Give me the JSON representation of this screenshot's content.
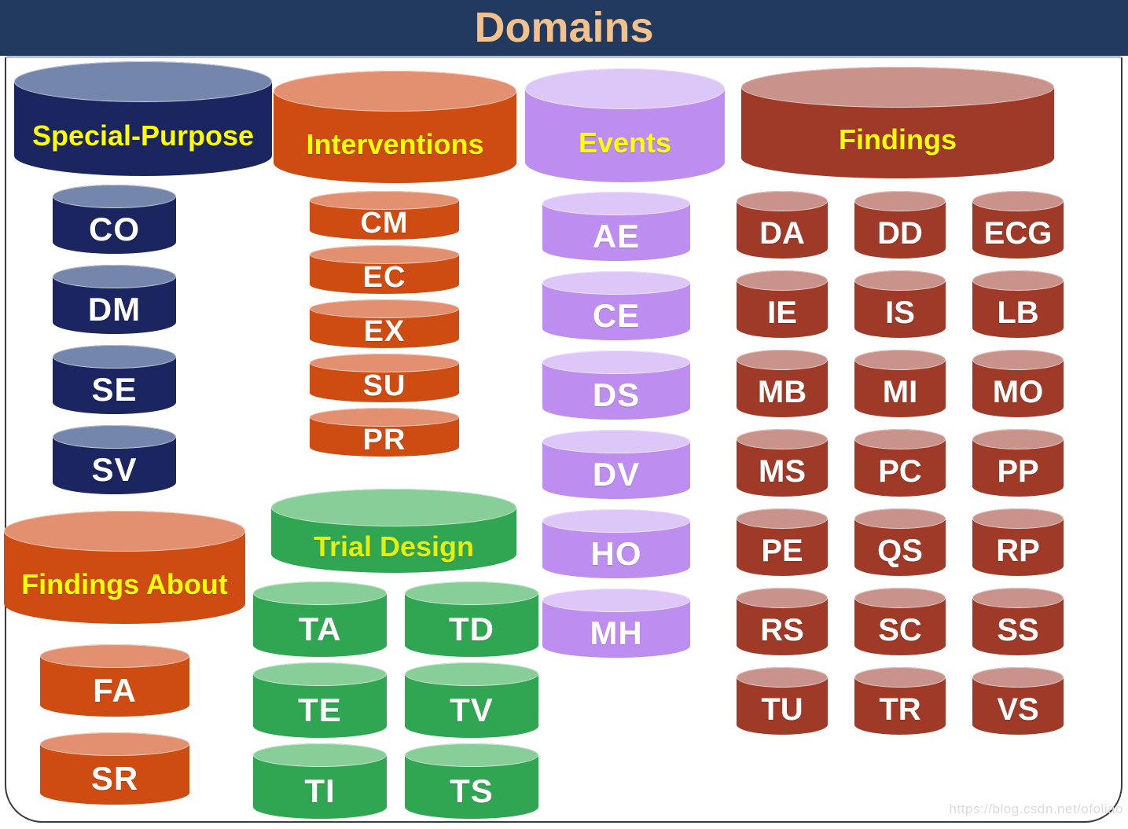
{
  "title": "Domains",
  "watermark": "https://blog.csdn.net/ofoliao",
  "groups": {
    "special_purpose": {
      "label": "Special-Purpose",
      "items": [
        "CO",
        "DM",
        "SE",
        "SV"
      ]
    },
    "interventions": {
      "label": "Interventions",
      "items": [
        "CM",
        "EC",
        "EX",
        "SU",
        "PR"
      ]
    },
    "events": {
      "label": "Events",
      "items": [
        "AE",
        "CE",
        "DS",
        "DV",
        "HO",
        "MH"
      ]
    },
    "findings": {
      "label": "Findings",
      "items": [
        "DA",
        "DD",
        "ECG",
        "IE",
        "IS",
        "LB",
        "MB",
        "MI",
        "MO",
        "MS",
        "PC",
        "PP",
        "PE",
        "QS",
        "RP",
        "RS",
        "SC",
        "SS",
        "TU",
        "TR",
        "VS"
      ]
    },
    "findings_about": {
      "label": "Findings About",
      "items": [
        "FA",
        "SR"
      ]
    },
    "trial_design": {
      "label": "Trial Design",
      "items": [
        "TA",
        "TD",
        "TE",
        "TV",
        "TI",
        "TS"
      ]
    }
  },
  "colors": {
    "titlebar": "#223A60",
    "title-text": "#F3C28C",
    "navy-body": "#1B2560",
    "navy-top": "#7586AC",
    "orange-body": "#CE4B12",
    "orange-top": "#E29070",
    "purple-body": "#BD8EF0",
    "purple-top": "#DCC7F8",
    "red-body": "#9E3A27",
    "red-top": "#C9938B",
    "green-body": "#31A652",
    "green-top": "#87CE99",
    "group-label": "#FFFF00",
    "trial-label": "#E4F20B",
    "code-text": "#FFFFFF",
    "watermark-text": "#DBDBDB",
    "frame-border": "#3C3C3C",
    "frame-top": "#B9C2CC"
  }
}
